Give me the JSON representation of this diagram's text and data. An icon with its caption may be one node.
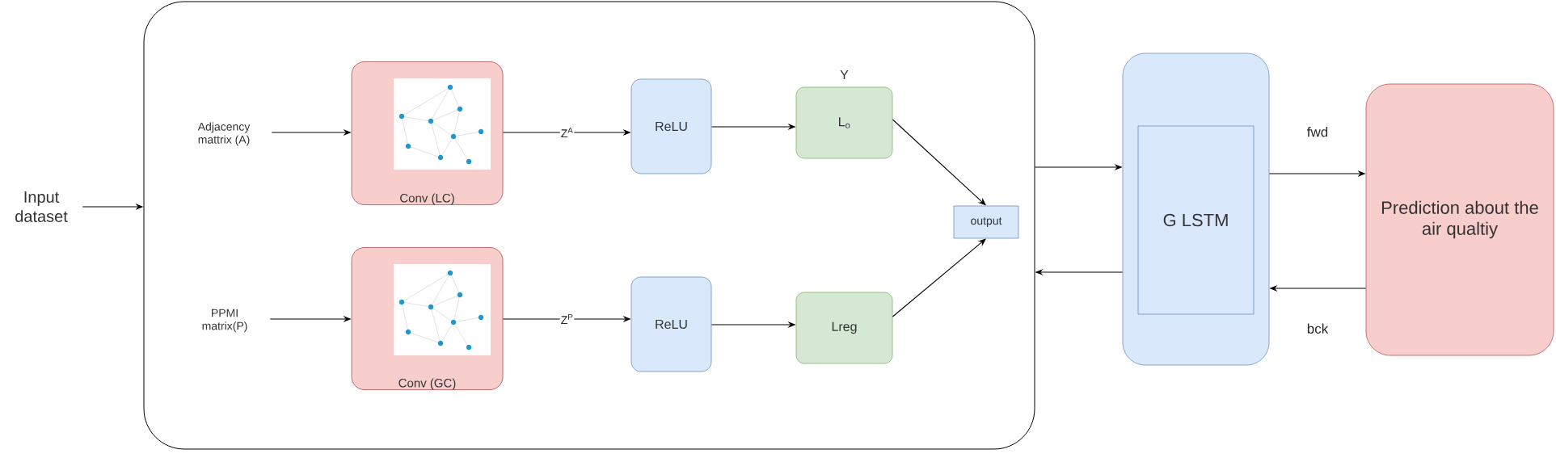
{
  "diagram": {
    "nodes": [
      {
        "text": [
          "Input dataset"
        ]
      },
      {
        "text": [],
        "shape": "box"
      },
      {
        "text": [
          "Adjacency mattrix (A)"
        ],
        "in": 1
      },
      {
        "text": [
          "Conv (LC)"
        ],
        "in": 1
      },
      {
        "text": [
          "PPMI matrix(P)"
        ],
        "in": 1
      },
      {
        "text": [
          "Conv (GC)"
        ],
        "in": 1
      },
      {
        "text": [
          "ReLU"
        ],
        "in": 1
      },
      {
        "text": [
          "L$_{o}$"
        ],
        "beside": [
          "Y"
        ],
        "in": 1
      },
      {
        "text": [
          "output"
        ],
        "in": 1
      },
      {
        "text": [
          "ReLU"
        ],
        "in": 1
      },
      {
        "text": [
          "Lreg"
        ],
        "in": 1
      },
      {
        "text": [],
        "shape": "box"
      },
      {
        "text": [
          "G LSTM"
        ],
        "in": 11
      },
      {
        "text": [
          "Prediction about the air qualtiy"
        ]
      }
    ],
    "edges": [
      {
        "from": 0,
        "to": 1,
        "arrow": "to"
      },
      {
        "from": 2,
        "to": 3,
        "arrow": "to"
      },
      {
        "from": 4,
        "to": 5,
        "arrow": "to"
      },
      {
        "from": 3,
        "to": 6,
        "arrow": "to",
        "label": "Z$^{A}$"
      },
      {
        "from": 5,
        "to": 9,
        "arrow": "to",
        "label": "Z$^{P}$"
      },
      {
        "from": 6,
        "to": 7,
        "arrow": "to"
      },
      {
        "from": 9,
        "to": 10,
        "arrow": "to"
      },
      {
        "from": 7,
        "to": 8,
        "arrow": "to"
      },
      {
        "from": 10,
        "to": 8,
        "arrow": "to"
      },
      {
        "from": 1,
        "to": 11,
        "arrow": "to"
      },
      {
        "from": 11,
        "to": 1,
        "arrow": "to"
      },
      {
        "from": 11,
        "to": 13,
        "arrow": "to",
        "label": "fwd"
      },
      {
        "from": 13,
        "to": 11,
        "arrow": "to",
        "label": "bck"
      }
    ]
  }
}
